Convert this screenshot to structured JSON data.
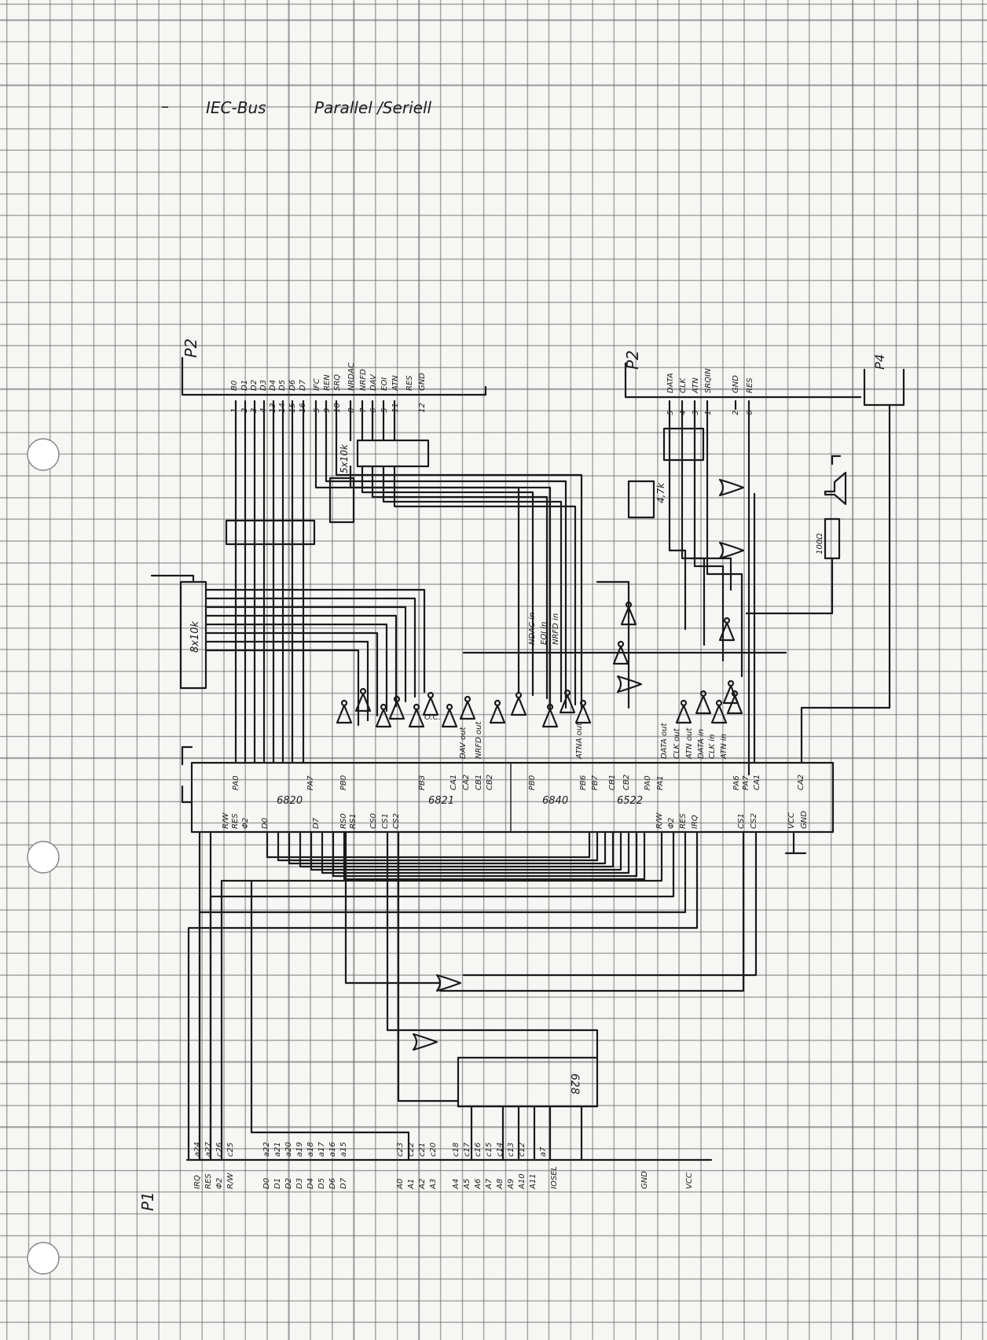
{
  "title": {
    "dash": "–",
    "bus": "IEC-Bus",
    "mode": "Parallel /Seriell"
  },
  "connector_p2_parallel": {
    "label": "P2",
    "pins": [
      "B0",
      "D1",
      "D2",
      "D3",
      "D4",
      "D5",
      "D6",
      "D7",
      "IFC",
      "REN",
      "SRQ",
      "NRDAC",
      "NRFD",
      "DAV",
      "EOI",
      "ATN",
      "RES",
      "GND"
    ],
    "numbers": [
      "1",
      "2",
      "3",
      "4",
      "13",
      "14",
      "15",
      "16",
      "5",
      "9",
      "10",
      "8",
      "7",
      "6",
      "5",
      "11",
      "",
      "12"
    ]
  },
  "connector_p2_serial": {
    "label": "P2",
    "pins": [
      "DATA",
      "CLK",
      "ATN",
      "SRQIN",
      "GND",
      "RES"
    ],
    "numbers": [
      "5",
      "4",
      "3",
      "1",
      "2",
      "6"
    ]
  },
  "connector_p4": {
    "label": "P4"
  },
  "resistors": {
    "pullup_8": "8x10k",
    "pullup_5a": "5x10k",
    "pullup_serial": "4,7k",
    "speaker_r": "100Ω"
  },
  "chips": {
    "pia1": "6820",
    "pia2": "6821",
    "via": "6522",
    "pia3": "6840",
    "rom": "628"
  },
  "chip_pins": {
    "pia1_top": [
      "PA0",
      "PA7",
      "PB0",
      "PB3",
      "CA1",
      "CA2",
      "CB1",
      "CB2"
    ],
    "via_top": [
      "PB0",
      "PB6",
      "PB7",
      "CB1",
      "CB2",
      "PA0",
      "PA1",
      "PA6",
      "PA7",
      "CA1",
      "CA2"
    ],
    "bottom": [
      "R/W",
      "RES",
      "Φ2",
      "D0",
      "D7",
      "RS0",
      "RS1",
      "CS0",
      "CS1",
      "CS2",
      "R/W",
      "Φ2",
      "RES",
      "IRQ",
      "CS1",
      "CS2",
      "VCC",
      "GND"
    ]
  },
  "signals": [
    "DAV out",
    "NRFD out",
    "ATNA out",
    "DATA out",
    "CLK out",
    "ATN out",
    "DATA in",
    "CLK in",
    "ATN in",
    "NDAC in",
    "EOI in",
    "NRFD in",
    "O.C."
  ],
  "connector_p1": {
    "label": "P1",
    "top_pins": [
      "a24",
      "a27",
      "c26",
      "c25",
      "a22",
      "a21",
      "a20",
      "a19",
      "a18",
      "a17",
      "a16",
      "a15",
      "c23",
      "c22",
      "c21",
      "c20",
      "c18",
      "c17",
      "c16",
      "c15",
      "c14",
      "c13",
      "c12",
      "a7"
    ],
    "signal_names": [
      "IRQ",
      "RES",
      "Φ2",
      "R/W",
      "D0",
      "D1",
      "D2",
      "D3",
      "D4",
      "D5",
      "D6",
      "D7",
      "A0",
      "A1",
      "A2",
      "A3",
      "A4",
      "A5",
      "A6",
      "A7",
      "A8",
      "A9",
      "A10",
      "A11",
      "IOSEL"
    ],
    "gnd": "GND",
    "vcc": "VCC"
  }
}
